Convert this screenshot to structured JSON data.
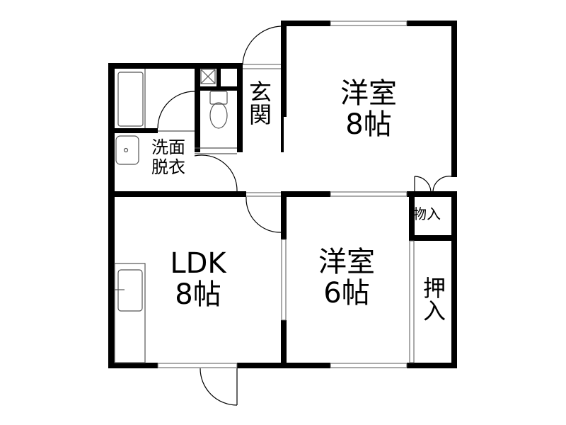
{
  "floorplan": {
    "rooms": [
      {
        "id": "western-8",
        "name": "洋室",
        "size": "8帖"
      },
      {
        "id": "western-6",
        "name": "洋室",
        "size": "6帖"
      },
      {
        "id": "ldk",
        "name": "LDK",
        "size": "8帖"
      },
      {
        "id": "entrance",
        "name": "玄関"
      },
      {
        "id": "washroom",
        "line1": "洗面",
        "line2": "脱衣"
      },
      {
        "id": "storage",
        "name": "物入"
      },
      {
        "id": "closet",
        "name": "押入"
      }
    ],
    "colors": {
      "wall": "#000000",
      "fixture": "#555555",
      "background": "#ffffff"
    }
  }
}
